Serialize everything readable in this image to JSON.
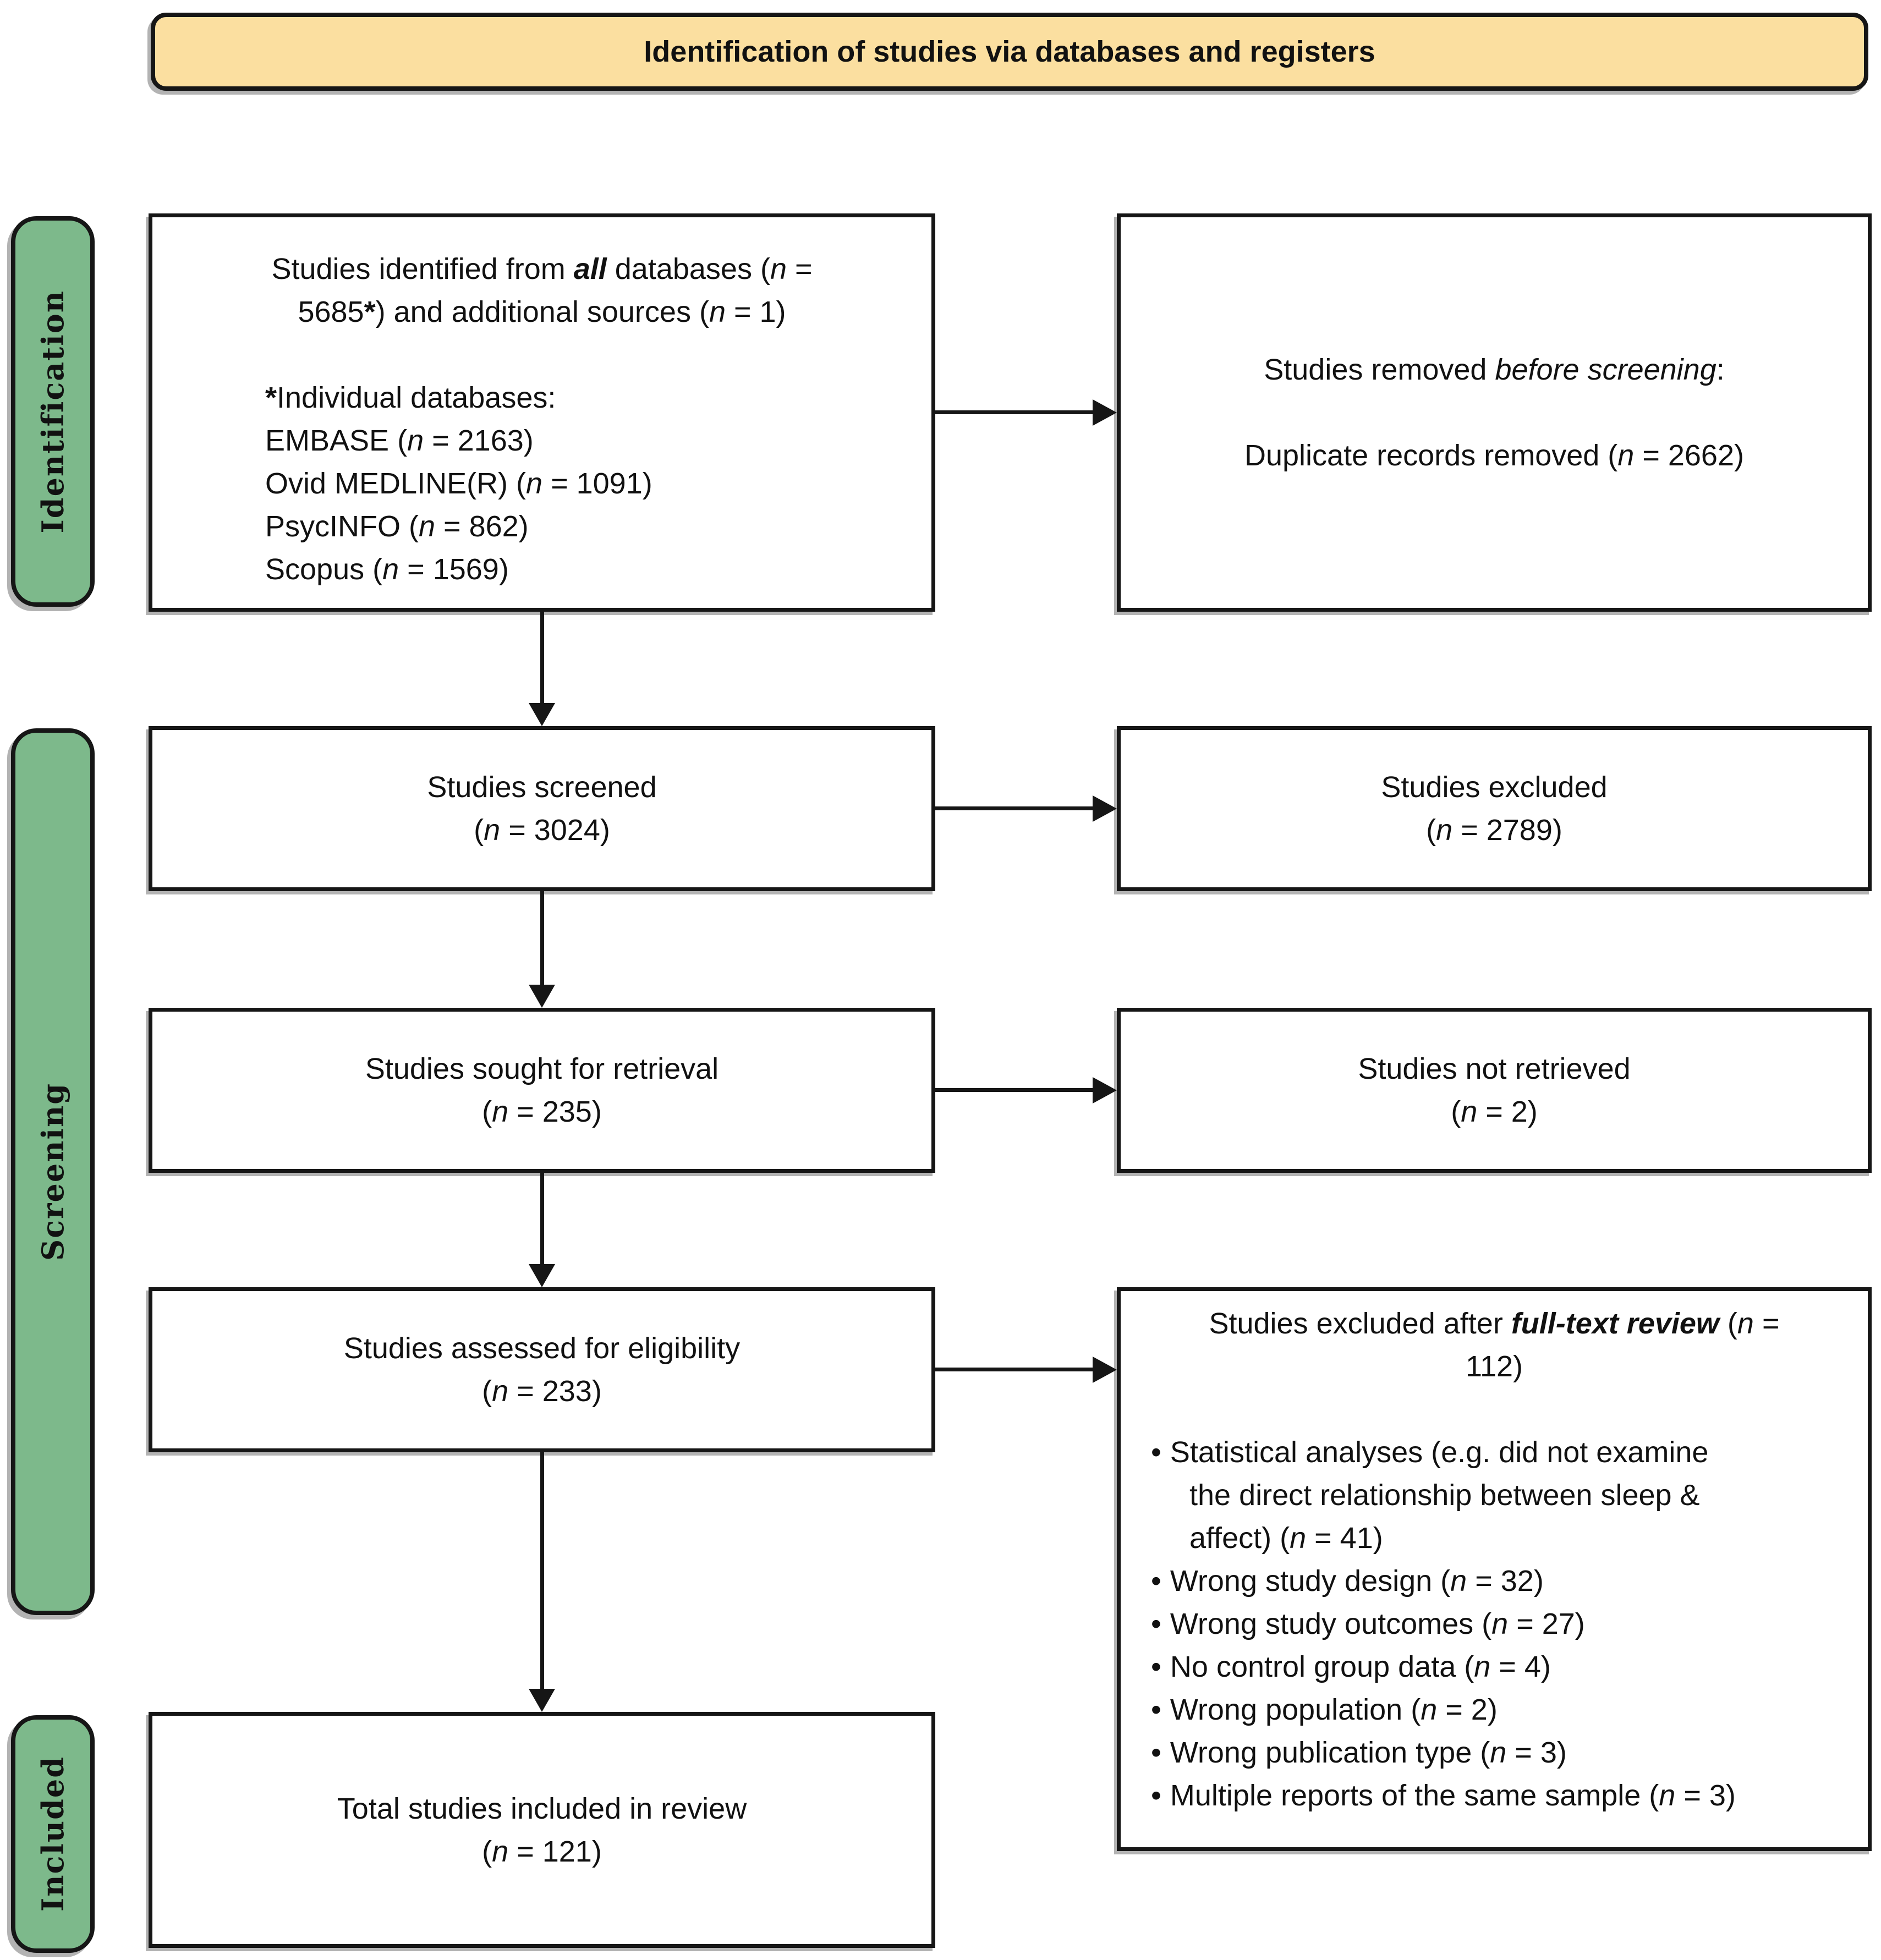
{
  "banner": {
    "label": "Identification of studies via databases and registers"
  },
  "stages": [
    {
      "label": "Identification"
    },
    {
      "label": "Screening"
    },
    {
      "label": "Included"
    }
  ],
  "glyphs": {
    "bullet": "•"
  },
  "colors": {
    "banner_bg": "#FBDFA0",
    "stage_bg": "#7DB98B",
    "border": "#161616",
    "box_bg": "#FFFFFF",
    "text": "#111111",
    "shadow": "#B3B3B3"
  },
  "counts": {
    "identified_all_databases": 5685,
    "additional_sources": 1,
    "embase": 2163,
    "ovid_medline": 1091,
    "psycinfo": 862,
    "scopus": 1569,
    "duplicates_removed": 2662,
    "screened": 3024,
    "excluded_at_screening": 2789,
    "sought_for_retrieval": 235,
    "not_retrieved": 2,
    "assessed_for_eligibility": 233,
    "excluded_fulltext_review": 112,
    "excl_statistical_analyses": 41,
    "excl_wrong_study_design": 32,
    "excl_wrong_study_outcomes": 27,
    "excl_no_control_group_data": 4,
    "excl_wrong_population": 2,
    "excl_wrong_publication_type": 3,
    "excl_multiple_reports_same_sample": 3,
    "total_included_in_review": 121
  },
  "boxes": {
    "identified": {
      "lines": [
        {
          "cls": "center",
          "seg": [
            {
              "t": "Studies identified from "
            },
            {
              "t": "all",
              "s": "bi"
            },
            {
              "t": " databases ("
            },
            {
              "t": "n",
              "s": "i"
            },
            {
              "t": " ="
            }
          ]
        },
        {
          "cls": "center",
          "seg": [
            {
              "t": "5685"
            },
            {
              "t": "*",
              "s": "b"
            },
            {
              "t": ") and additional sources ("
            },
            {
              "t": "n",
              "s": "i"
            },
            {
              "t": " = 1)"
            }
          ]
        },
        {
          "cls": "blank",
          "seg": []
        },
        {
          "cls": "list",
          "seg": [
            {
              "t": "*",
              "s": "b"
            },
            {
              "t": "Individual databases:"
            }
          ]
        },
        {
          "cls": "list",
          "seg": [
            {
              "t": "EMBASE ("
            },
            {
              "t": "n",
              "s": "i"
            },
            {
              "t": " = 2163)"
            }
          ]
        },
        {
          "cls": "list",
          "seg": [
            {
              "t": "Ovid MEDLINE(R) ("
            },
            {
              "t": "n",
              "s": "i"
            },
            {
              "t": " = 1091)"
            }
          ]
        },
        {
          "cls": "list",
          "seg": [
            {
              "t": "PsycINFO ("
            },
            {
              "t": "n",
              "s": "i"
            },
            {
              "t": " = 862)"
            }
          ]
        },
        {
          "cls": "list",
          "seg": [
            {
              "t": "Scopus ("
            },
            {
              "t": "n",
              "s": "i"
            },
            {
              "t": " = 1569)"
            }
          ]
        }
      ]
    },
    "removed": {
      "lines": [
        {
          "cls": "center",
          "seg": [
            {
              "t": "Studies removed "
            },
            {
              "t": "before screening",
              "s": "i"
            },
            {
              "t": ":"
            }
          ]
        },
        {
          "cls": "blank",
          "seg": []
        },
        {
          "cls": "center",
          "seg": [
            {
              "t": "Duplicate records removed ("
            },
            {
              "t": "n",
              "s": "i"
            },
            {
              "t": " = 2662)"
            }
          ]
        }
      ]
    },
    "screened": {
      "lines": [
        {
          "cls": "center",
          "seg": [
            {
              "t": "Studies screened"
            }
          ]
        },
        {
          "cls": "center",
          "seg": [
            {
              "t": "("
            },
            {
              "t": "n",
              "s": "i"
            },
            {
              "t": " = 3024)"
            }
          ]
        }
      ]
    },
    "excluded": {
      "lines": [
        {
          "cls": "center",
          "seg": [
            {
              "t": "Studies excluded"
            }
          ]
        },
        {
          "cls": "center",
          "seg": [
            {
              "t": "("
            },
            {
              "t": "n",
              "s": "i"
            },
            {
              "t": " = 2789)"
            }
          ]
        }
      ]
    },
    "sought": {
      "lines": [
        {
          "cls": "center",
          "seg": [
            {
              "t": "Studies sought for retrieval"
            }
          ]
        },
        {
          "cls": "center",
          "seg": [
            {
              "t": "("
            },
            {
              "t": "n",
              "s": "i"
            },
            {
              "t": " = 235)"
            }
          ]
        }
      ]
    },
    "not_retrieved": {
      "lines": [
        {
          "cls": "center",
          "seg": [
            {
              "t": "Studies not retrieved"
            }
          ]
        },
        {
          "cls": "center",
          "seg": [
            {
              "t": "("
            },
            {
              "t": "n",
              "s": "i"
            },
            {
              "t": " = 2)"
            }
          ]
        }
      ]
    },
    "assessed": {
      "lines": [
        {
          "cls": "center",
          "seg": [
            {
              "t": "Studies assessed for eligibility"
            }
          ]
        },
        {
          "cls": "center",
          "seg": [
            {
              "t": "("
            },
            {
              "t": "n",
              "s": "i"
            },
            {
              "t": " = 233)"
            }
          ]
        }
      ]
    },
    "fulltext": {
      "lines": [
        {
          "cls": "center",
          "seg": [
            {
              "t": "Studies excluded after "
            },
            {
              "t": "full-text review",
              "s": "bi"
            },
            {
              "t": " ("
            },
            {
              "t": "n",
              "s": "i"
            },
            {
              "t": " ="
            }
          ]
        },
        {
          "cls": "center",
          "seg": [
            {
              "t": "112)"
            }
          ]
        },
        {
          "cls": "blank",
          "seg": []
        },
        {
          "cls": "bullet",
          "seg": [
            {
              "t": "Statistical analyses (e.g. did not examine"
            }
          ]
        },
        {
          "cls": "cont",
          "seg": [
            {
              "t": "the direct relationship between sleep &"
            }
          ]
        },
        {
          "cls": "cont",
          "seg": [
            {
              "t": "affect) ("
            },
            {
              "t": "n",
              "s": "i"
            },
            {
              "t": " = 41)"
            }
          ]
        },
        {
          "cls": "bullet",
          "seg": [
            {
              "t": "Wrong study design ("
            },
            {
              "t": "n",
              "s": "i"
            },
            {
              "t": " = 32)"
            }
          ]
        },
        {
          "cls": "bullet",
          "seg": [
            {
              "t": "Wrong study outcomes ("
            },
            {
              "t": "n",
              "s": "i"
            },
            {
              "t": " = 27)"
            }
          ]
        },
        {
          "cls": "bullet",
          "seg": [
            {
              "t": "No control group data ("
            },
            {
              "t": "n",
              "s": "i"
            },
            {
              "t": " = 4)"
            }
          ]
        },
        {
          "cls": "bullet",
          "seg": [
            {
              "t": "Wrong population ("
            },
            {
              "t": "n",
              "s": "i"
            },
            {
              "t": " = 2)"
            }
          ]
        },
        {
          "cls": "bullet",
          "seg": [
            {
              "t": "Wrong publication type ("
            },
            {
              "t": "n",
              "s": "i"
            },
            {
              "t": " = 3)"
            }
          ]
        },
        {
          "cls": "bullet",
          "seg": [
            {
              "t": "Multiple reports of the same sample ("
            },
            {
              "t": "n",
              "s": "i"
            },
            {
              "t": " = 3)"
            }
          ]
        }
      ]
    },
    "total": {
      "lines": [
        {
          "cls": "center",
          "seg": [
            {
              "t": "Total studies included in review"
            }
          ]
        },
        {
          "cls": "center",
          "seg": [
            {
              "t": "("
            },
            {
              "t": "n",
              "s": "i"
            },
            {
              "t": " = 121)"
            }
          ]
        }
      ]
    }
  }
}
